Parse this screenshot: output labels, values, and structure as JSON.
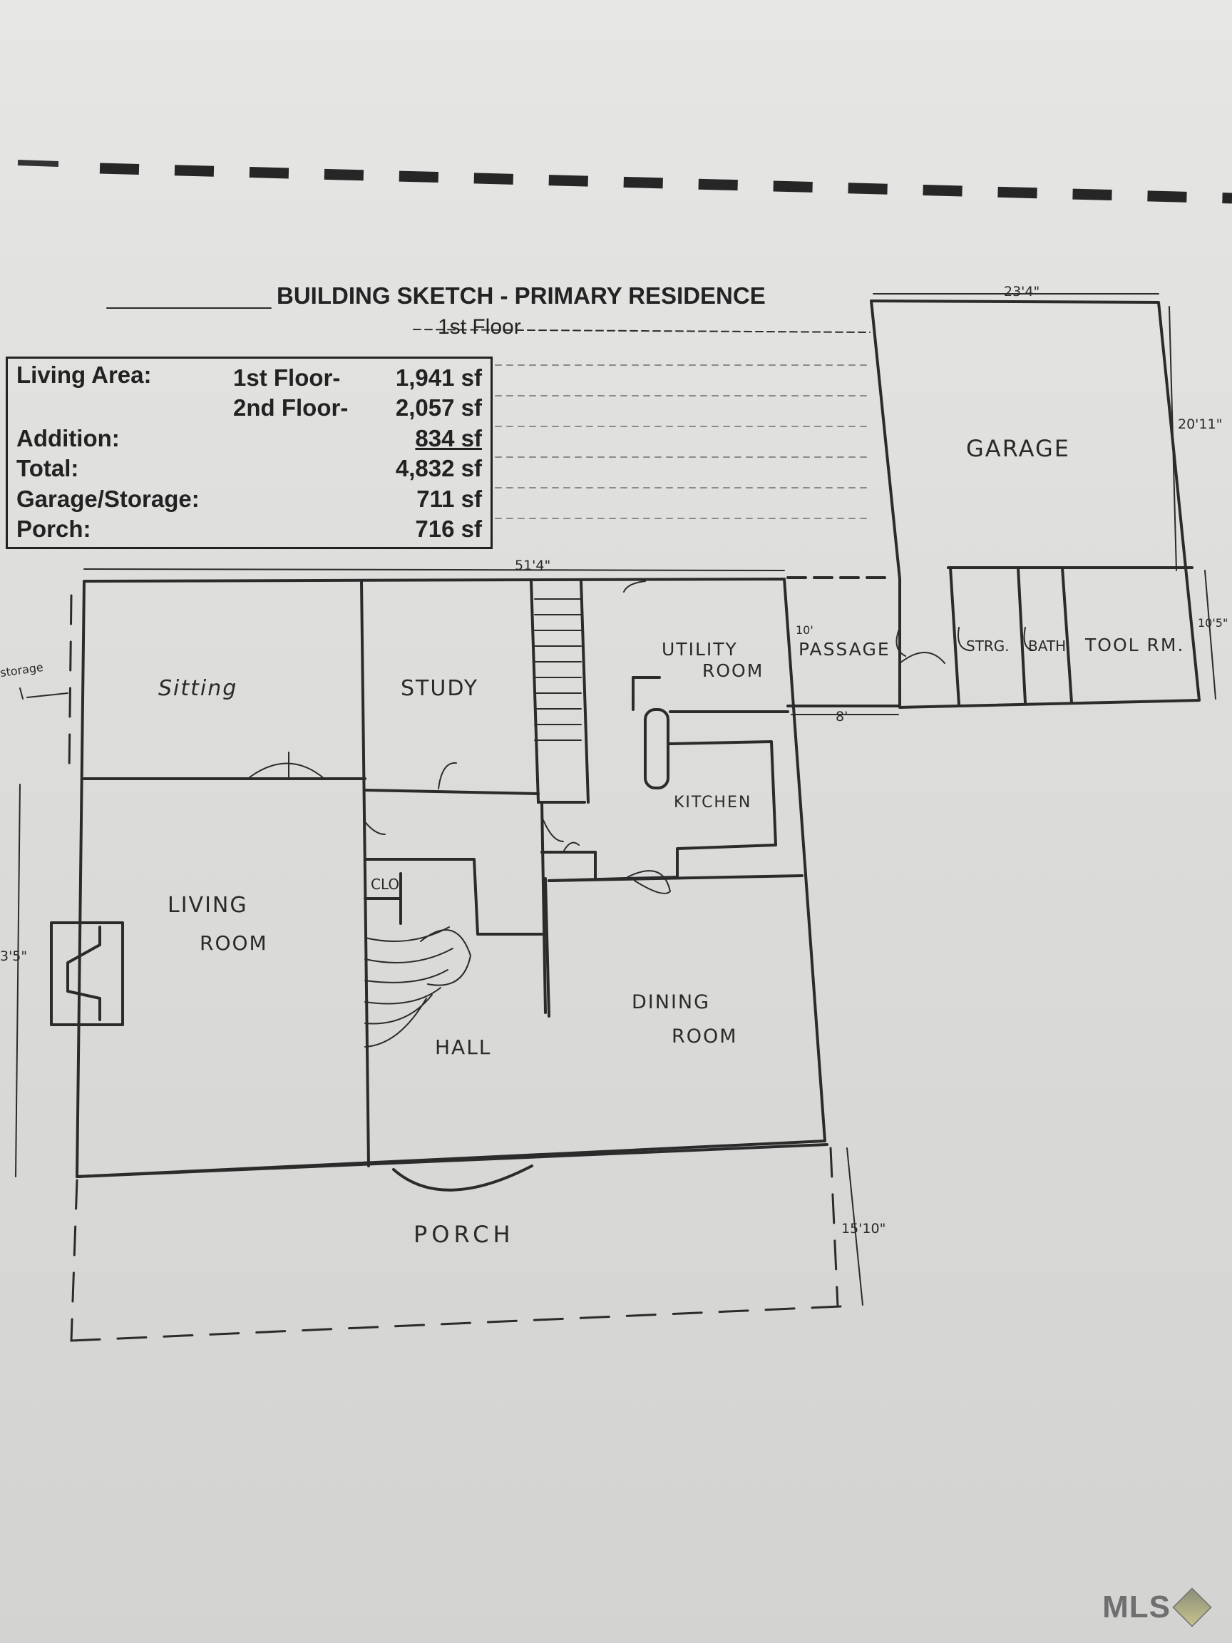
{
  "header": {
    "title": "BUILDING SKETCH - PRIMARY RESIDENCE",
    "subtitle": "1st Floor"
  },
  "stats": {
    "living_area_label": "Living Area:",
    "first_floor_label": "1st Floor-",
    "first_floor_value": "1,941 sf",
    "second_floor_label": "2nd Floor-",
    "second_floor_value": "2,057 sf",
    "addition_label": "Addition:",
    "addition_value": "834 sf",
    "total_label": "Total:",
    "total_value": "4,832 sf",
    "garage_label": "Garage/Storage:",
    "garage_value": "711 sf",
    "porch_label": "Porch:",
    "porch_value": "716 sf"
  },
  "rooms": {
    "sitting": "Sitting",
    "study": "STUDY",
    "utility": "UTILITY",
    "utility2": "ROOM",
    "passage": "PASSAGE",
    "kitchen": "KITCHEN",
    "garage": "GARAGE",
    "storage": "STRG.",
    "bath": "BATH",
    "tool": "TOOL RM.",
    "clo": "CLO",
    "living": "LIVING",
    "living2": "ROOM",
    "dining": "DINING",
    "dining2": "ROOM",
    "hall": "HALL",
    "porch": "PORCH",
    "storage_left": "storage"
  },
  "dimensions": {
    "top_width": "51'4\"",
    "garage_width": "23'4\"",
    "garage_depth": "20'11\"",
    "garage_depth2": "10'5\"",
    "passage": "10'",
    "passage_len": "8'",
    "left_depth": "3'5\"",
    "porch_depth": "15'10\""
  },
  "branding": {
    "logo_text": "MLS"
  }
}
